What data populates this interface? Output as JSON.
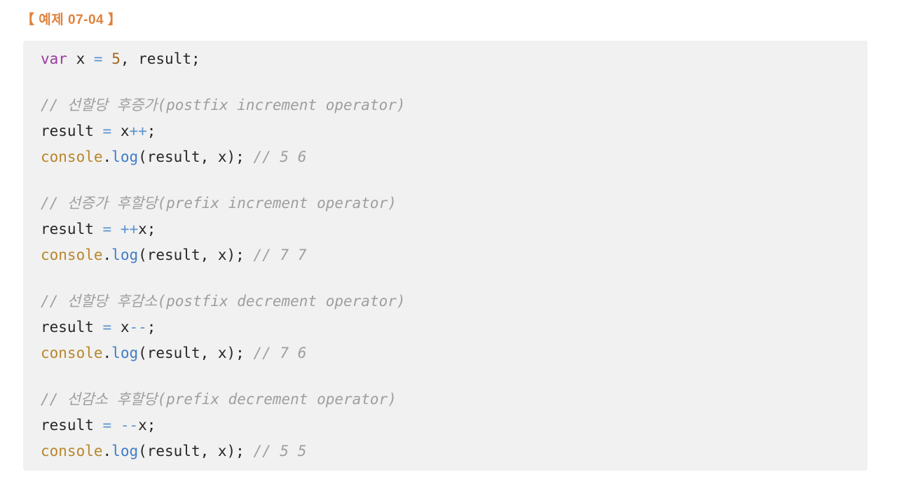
{
  "title": {
    "text": "【 예제 07-04 】"
  },
  "colors": {
    "title": "#e0823c",
    "code_bg": "#f1f1f1",
    "plain": "#262626",
    "keyword": "#9d3a9e",
    "operator": "#5b94cf",
    "number": "#a0681f",
    "builtin": "#b8862b",
    "function": "#3f7cc7",
    "comment": "#9e9e9e"
  },
  "code": {
    "language": "javascript",
    "lines": [
      {
        "tokens": [
          [
            "keyword",
            "var"
          ],
          [
            "plain",
            " x "
          ],
          [
            "operator",
            "="
          ],
          [
            "plain",
            " "
          ],
          [
            "number",
            "5"
          ],
          [
            "plain",
            ", result;"
          ]
        ]
      },
      {
        "tokens": []
      },
      {
        "tokens": [
          [
            "comment",
            "// 선할당 후증가(postfix increment operator)"
          ]
        ]
      },
      {
        "tokens": [
          [
            "plain",
            "result "
          ],
          [
            "operator",
            "="
          ],
          [
            "plain",
            " x"
          ],
          [
            "operator",
            "++"
          ],
          [
            "plain",
            ";"
          ]
        ]
      },
      {
        "tokens": [
          [
            "builtin",
            "console"
          ],
          [
            "plain",
            "."
          ],
          [
            "function",
            "log"
          ],
          [
            "plain",
            "(result, x); "
          ],
          [
            "comment",
            "// 5 6"
          ]
        ]
      },
      {
        "tokens": []
      },
      {
        "tokens": [
          [
            "comment",
            "// 선증가 후할당(prefix increment operator)"
          ]
        ]
      },
      {
        "tokens": [
          [
            "plain",
            "result "
          ],
          [
            "operator",
            "="
          ],
          [
            "plain",
            " "
          ],
          [
            "operator",
            "++"
          ],
          [
            "plain",
            "x;"
          ]
        ]
      },
      {
        "tokens": [
          [
            "builtin",
            "console"
          ],
          [
            "plain",
            "."
          ],
          [
            "function",
            "log"
          ],
          [
            "plain",
            "(result, x); "
          ],
          [
            "comment",
            "// 7 7"
          ]
        ]
      },
      {
        "tokens": []
      },
      {
        "tokens": [
          [
            "comment",
            "// 선할당 후감소(postfix decrement operator)"
          ]
        ]
      },
      {
        "tokens": [
          [
            "plain",
            "result "
          ],
          [
            "operator",
            "="
          ],
          [
            "plain",
            " x"
          ],
          [
            "operator",
            "--"
          ],
          [
            "plain",
            ";"
          ]
        ]
      },
      {
        "tokens": [
          [
            "builtin",
            "console"
          ],
          [
            "plain",
            "."
          ],
          [
            "function",
            "log"
          ],
          [
            "plain",
            "(result, x); "
          ],
          [
            "comment",
            "// 7 6"
          ]
        ]
      },
      {
        "tokens": []
      },
      {
        "tokens": [
          [
            "comment",
            "// 선감소 후할당(prefix decrement operator)"
          ]
        ]
      },
      {
        "tokens": [
          [
            "plain",
            "result "
          ],
          [
            "operator",
            "="
          ],
          [
            "plain",
            " "
          ],
          [
            "operator",
            "--"
          ],
          [
            "plain",
            "x;"
          ]
        ]
      },
      {
        "tokens": [
          [
            "builtin",
            "console"
          ],
          [
            "plain",
            "."
          ],
          [
            "function",
            "log"
          ],
          [
            "plain",
            "(result, x); "
          ],
          [
            "comment",
            "// 5 5"
          ]
        ]
      }
    ]
  }
}
